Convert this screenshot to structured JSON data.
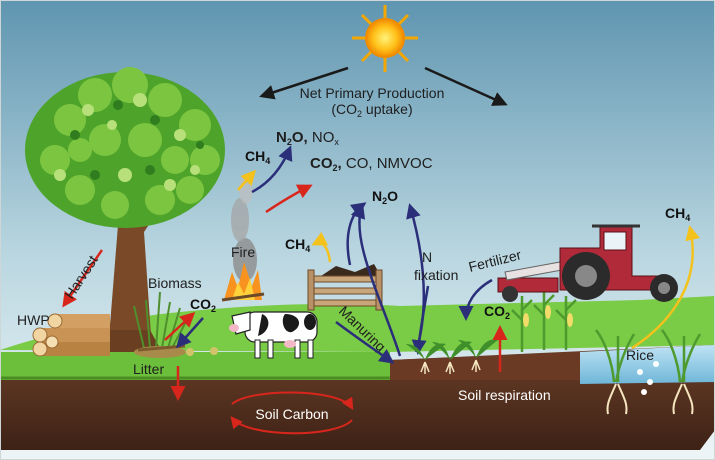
{
  "npp": {
    "line1": "Net Primary Production",
    "line2_pre": "(CO",
    "line2_sub": "2",
    "line2_post": " uptake)"
  },
  "fire": {
    "label": "Fire",
    "ch4": "CH",
    "ch4_sub": "4",
    "n2o": "N",
    "n2o_sub": "2",
    "n2o_o": "O,",
    "nox": " NO",
    "nox_sub": "x",
    "co2": "CO",
    "co2_sub": "2",
    "co2_comma": ",",
    "co_nmvoc": " CO, NMVOC"
  },
  "manure": {
    "ch4": "CH",
    "ch4_sub": "4",
    "label": "Manuring"
  },
  "n2o_center": {
    "n": "N",
    "sub": "2",
    "o": "O"
  },
  "n_fixation": {
    "line1": "N",
    "line2": "fixation"
  },
  "fertilizer": {
    "label": "Fertilizer"
  },
  "soil_co2": {
    "co": "CO",
    "sub": "2"
  },
  "soil_respiration": {
    "label": "Soil respiration"
  },
  "rice": {
    "label": "Rice",
    "ch4": "CH",
    "ch4_sub": "4"
  },
  "biomass": {
    "label": "Biomass",
    "co": "CO",
    "sub": "2"
  },
  "litter": {
    "label": "Litter"
  },
  "harvest": {
    "label": "Harvest"
  },
  "hwp": {
    "label": "HWP"
  },
  "soil_carbon": {
    "label": "Soil Carbon"
  },
  "colors": {
    "sky_top": "#5f95b0",
    "sky_bottom": "#eef5f7",
    "grass": "#6cbf3a",
    "soil": "#5a3422",
    "arrow_navy": "#2b2f7a",
    "arrow_red": "#d8261c",
    "arrow_yellow": "#f4c21d"
  }
}
